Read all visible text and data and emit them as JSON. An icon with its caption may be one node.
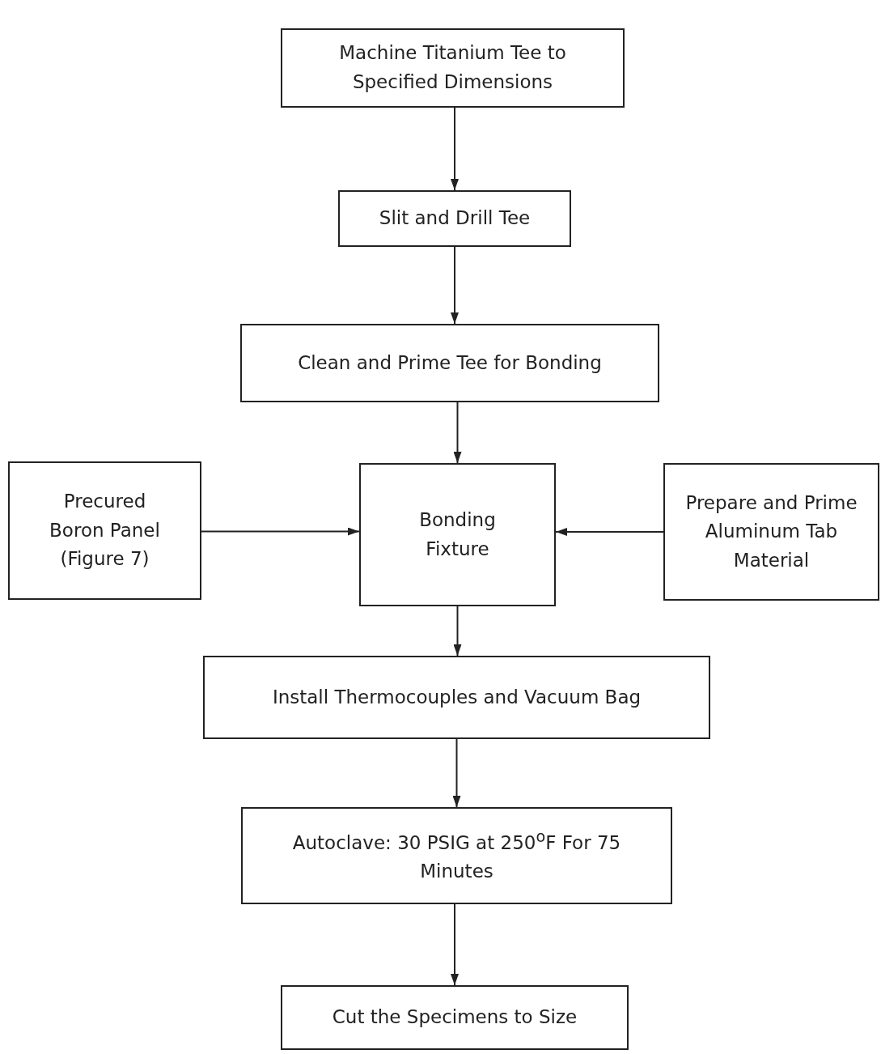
{
  "diagram": {
    "nodes": [
      {
        "text": [
          "Machine Titanium Tee to Specified Dimensions"
        ]
      },
      {
        "text": [
          "Slit and Drill Tee"
        ]
      },
      {
        "text": [
          "Clean and Prime Tee for Bonding"
        ]
      },
      {
        "text": [
          "Bonding Fixture"
        ]
      },
      {
        "text": [
          "Precured Boron Panel (Figure 7)"
        ]
      },
      {
        "text": [
          "Prepare and Prime Aluminum Tab Material"
        ]
      },
      {
        "text": [
          "Install Thermocouples and Vacuum Bag"
        ]
      },
      {
        "text": [
          "Autoclave: 30 PSIG at 250$^{o}$F For 75 Minutes"
        ]
      },
      {
        "text": [
          "Cut the Specimens to Size"
        ]
      }
    ],
    "edges": [
      {
        "from": 0,
        "to": 1,
        "arrow": "to"
      },
      {
        "from": 1,
        "to": 2,
        "arrow": "to"
      },
      {
        "from": 2,
        "to": 3,
        "arrow": "to"
      },
      {
        "from": 4,
        "to": 3,
        "arrow": "to"
      },
      {
        "from": 5,
        "to": 3,
        "arrow": "to"
      },
      {
        "from": 3,
        "to": 6,
        "arrow": "to"
      },
      {
        "from": 6,
        "to": 7,
        "arrow": "to"
      },
      {
        "from": 7,
        "to": 8,
        "arrow": "to"
      }
    ]
  }
}
